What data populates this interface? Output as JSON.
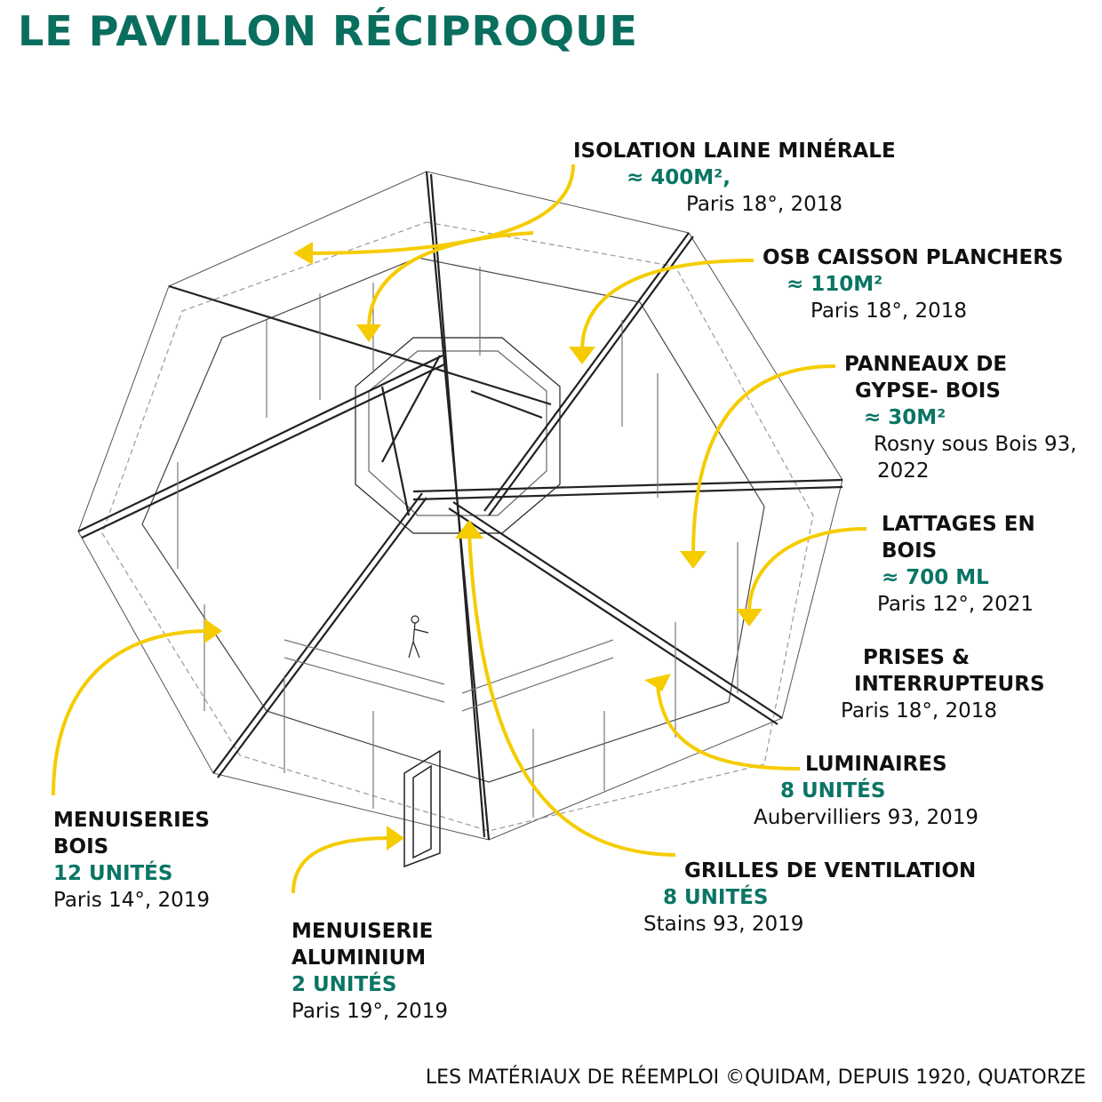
{
  "title": "LE PAVILLON RÉCIPROQUE",
  "colors": {
    "title": "#0a6e5e",
    "quantity": "#0a7565",
    "arrow": "#f5cc00",
    "line": "#222222"
  },
  "labels": [
    {
      "name": "isolation",
      "heading": [
        "ISOLATION LAINE MINÉRALE"
      ],
      "quantity": "≈ 400M²,",
      "source": [
        "Paris 18°, 2018"
      ]
    },
    {
      "name": "osb",
      "heading": [
        "OSB CAISSON PLANCHERS"
      ],
      "quantity": "≈ 110M²",
      "source": [
        "Paris 18°, 2018"
      ]
    },
    {
      "name": "gypse",
      "heading": [
        "PANNEAUX DE",
        "GYPSE- BOIS"
      ],
      "quantity": "≈  30M²",
      "source": [
        "Rosny sous Bois 93,",
        "2022"
      ]
    },
    {
      "name": "lattages",
      "heading": [
        "LATTAGES EN",
        "BOIS"
      ],
      "quantity": "≈  700 ML",
      "source": [
        "Paris 12°,  2021"
      ]
    },
    {
      "name": "prises",
      "heading": [
        "PRISES &",
        "INTERRUPTEURS"
      ],
      "quantity": null,
      "source": [
        "Paris 18°, 2018"
      ]
    },
    {
      "name": "luminaires",
      "heading": [
        "LUMINAIRES"
      ],
      "quantity": "8 UNITÉS",
      "source": [
        "Aubervilliers 93, 2019"
      ]
    },
    {
      "name": "grilles",
      "heading": [
        "GRILLES DE VENTILATION"
      ],
      "quantity": "8 UNITÉS",
      "source": [
        "Stains 93, 2019"
      ]
    },
    {
      "name": "menuiseries-bois",
      "heading": [
        "MENUISERIES",
        "BOIS"
      ],
      "quantity": "12 UNITÉS",
      "source": [
        "Paris 14°, 2019"
      ]
    },
    {
      "name": "menuiserie-alu",
      "heading": [
        "MENUISERIE",
        "ALUMINIUM"
      ],
      "quantity": "2 UNITÉS",
      "source": [
        "Paris 19°, 2019"
      ]
    }
  ],
  "credit": "LES MATÉRIAUX DE RÉEMPLOI  ©QUIDAM, DEPUIS 1920, QUATORZE"
}
